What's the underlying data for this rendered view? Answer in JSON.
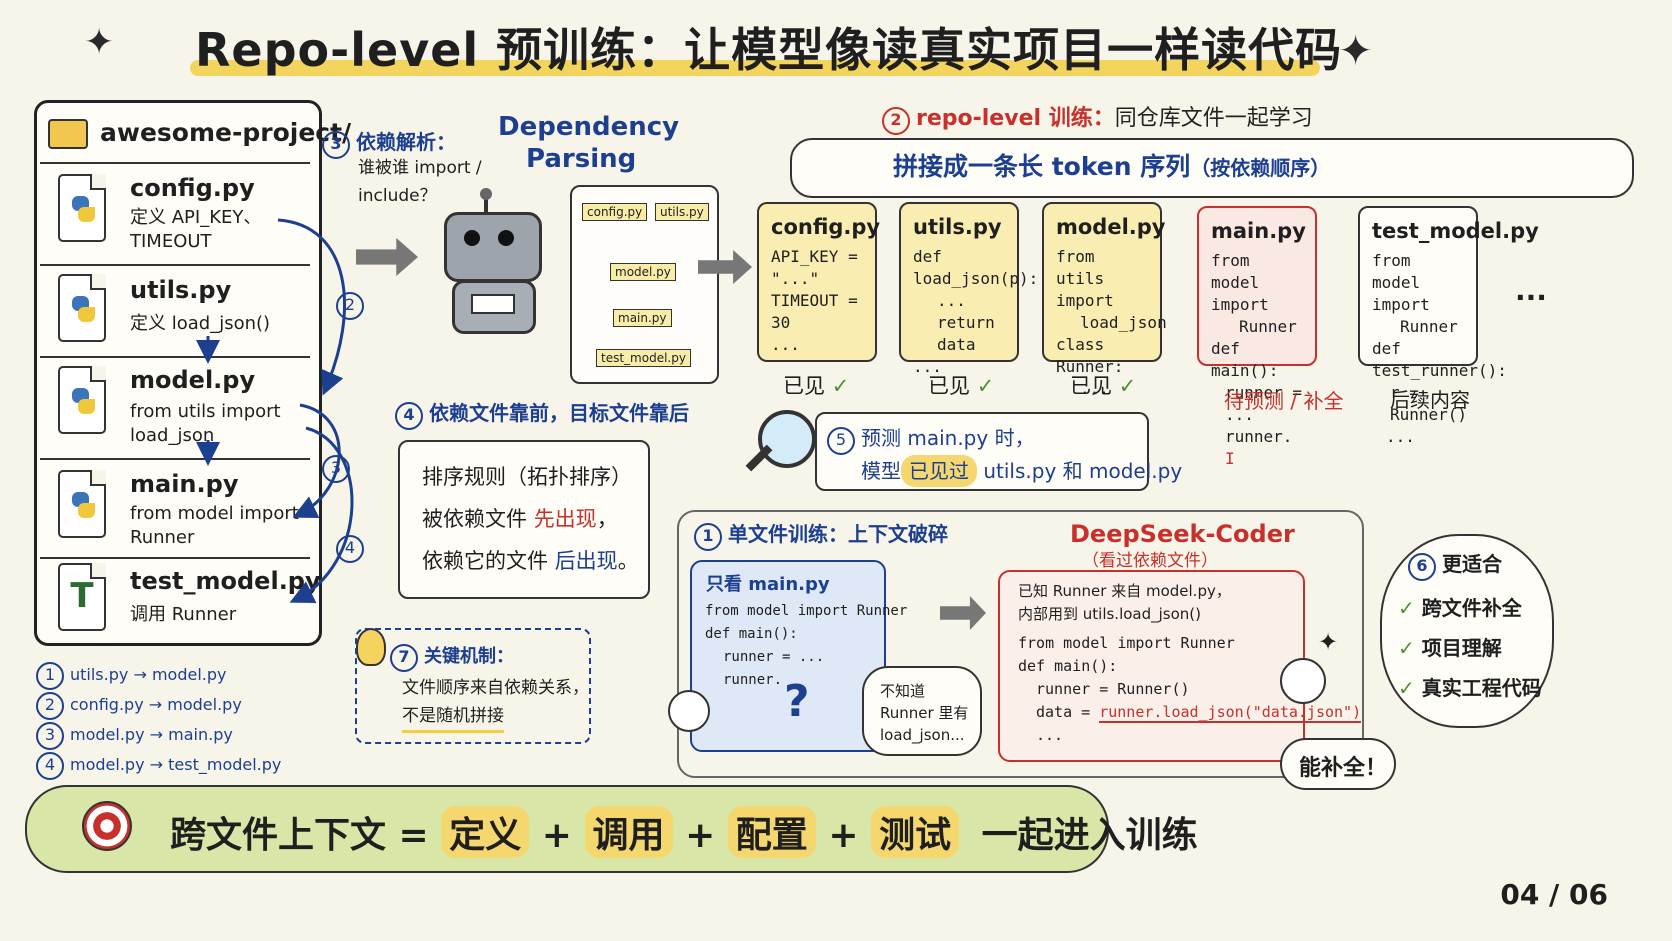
{
  "header": {
    "title": "Repo-level 预训练：让模型像读真实项目一样读代码"
  },
  "left_panel": {
    "folder_name": "awesome-project/",
    "files": [
      {
        "name": "config.py",
        "desc": [
          "定义 API_KEY、",
          "TIMEOUT"
        ]
      },
      {
        "name": "utils.py",
        "desc": [
          "定义 load_json()"
        ]
      },
      {
        "name": "model.py",
        "desc": [
          "from utils import",
          "load_json"
        ]
      },
      {
        "name": "main.py",
        "desc": [
          "from model import",
          "Runner"
        ]
      },
      {
        "name": "test_model.py",
        "desc": [
          "调用 Runner"
        ]
      }
    ],
    "dependency_list": [
      {
        "num": "1",
        "from": "utils.py",
        "to": "model.py"
      },
      {
        "num": "2",
        "from": "config.py",
        "to": "model.py"
      },
      {
        "num": "3",
        "from": "model.py",
        "to": "main.py"
      },
      {
        "num": "4",
        "from": "model.py",
        "to": "test_model.py"
      }
    ],
    "arrow": "→"
  },
  "dependency_parsing": {
    "num": "3",
    "label": "依赖解析：",
    "question": [
      "谁被谁 import /",
      "include？"
    ],
    "english": [
      "Dependency",
      "Parsing"
    ]
  },
  "graph_nodes": [
    "config.py",
    "utils.py",
    "model.py",
    "main.py",
    "test_model.py"
  ],
  "repo_training": {
    "num": "2",
    "title": "repo-level 训练：",
    "subtitle": "同仓库文件一起学习",
    "scroll_text": [
      "拼接成一条长 ",
      "token 序列",
      "（按依赖顺序）"
    ],
    "cards": [
      {
        "title": "config.py",
        "lines": [
          "API_KEY = \"...\"",
          "TIMEOUT = 30",
          "..."
        ],
        "status": "已见"
      },
      {
        "title": "utils.py",
        "lines": [
          "def load_json(p):",
          "...",
          "return data",
          "..."
        ],
        "status": "已见"
      },
      {
        "title": "model.py",
        "lines": [
          "from utils import",
          "load_json",
          "class Runner:",
          "..."
        ],
        "status": "已见"
      },
      {
        "title": "main.py",
        "lines": [
          "from model import",
          "Runner",
          "def main():",
          "runner = ...",
          "runner."
        ],
        "status": "待预测 / 补全"
      },
      {
        "title": "test_model.py",
        "lines": [
          "from model import",
          "Runner",
          "def test_runner():",
          "r = Runner()",
          "..."
        ],
        "status": "后续内容"
      }
    ],
    "ellipsis": "..."
  },
  "sort_rule": {
    "num": "4",
    "label": "依赖文件靠前，目标文件靠后",
    "lines": [
      {
        "prefix": "排序规则（拓扑排序）",
        "highlight": "",
        "suffix": ""
      },
      {
        "prefix": "被依赖文件 ",
        "highlight": "先出现",
        "suffix": "，"
      },
      {
        "prefix": "依赖它的文件 ",
        "highlight": "后出现",
        "suffix": "。"
      }
    ]
  },
  "predict_note": {
    "num": "5",
    "line1": "预测 main.py 时，",
    "line2_prefix": "模型",
    "line2_highlight": "已见过",
    "line2_suffix": " utils.py 和 model.py"
  },
  "single_file": {
    "num": "1",
    "label": "单文件训练：上下文破碎",
    "box_title": "只看 main.py",
    "code": [
      "from model import Runner",
      "def main():",
      "runner = ...",
      "runner."
    ],
    "question": "?",
    "bubble": [
      "不知道",
      "Runner 里有",
      "load_json..."
    ]
  },
  "deepseek": {
    "title": "DeepSeek-Coder",
    "subtitle": "（看过依赖文件）",
    "lines": [
      "已知 Runner 来自 model.py，",
      "内部用到 utils.load_json()",
      "from model import Runner",
      "def main():",
      "runner = Runner()",
      "data = "
    ],
    "highlight_code": "runner.load_json(\"data.json\")",
    "ellipsis": "...",
    "bubble": "能补全！"
  },
  "key_mechanism": {
    "num": "7",
    "label": "关键机制：",
    "line1": "文件顺序来自依赖关系，",
    "line2": "不是随机拼接"
  },
  "better_for": {
    "num": "6",
    "label": "更适合",
    "items": [
      "跨文件补全",
      "项目理解",
      "真实工程代码"
    ]
  },
  "bottom": {
    "prefix": "跨文件上下文 = ",
    "terms": [
      "定义",
      "调用",
      "配置",
      "测试"
    ],
    "plus": "+",
    "suffix": "一起进入训练"
  },
  "page_number": "04 / 06"
}
